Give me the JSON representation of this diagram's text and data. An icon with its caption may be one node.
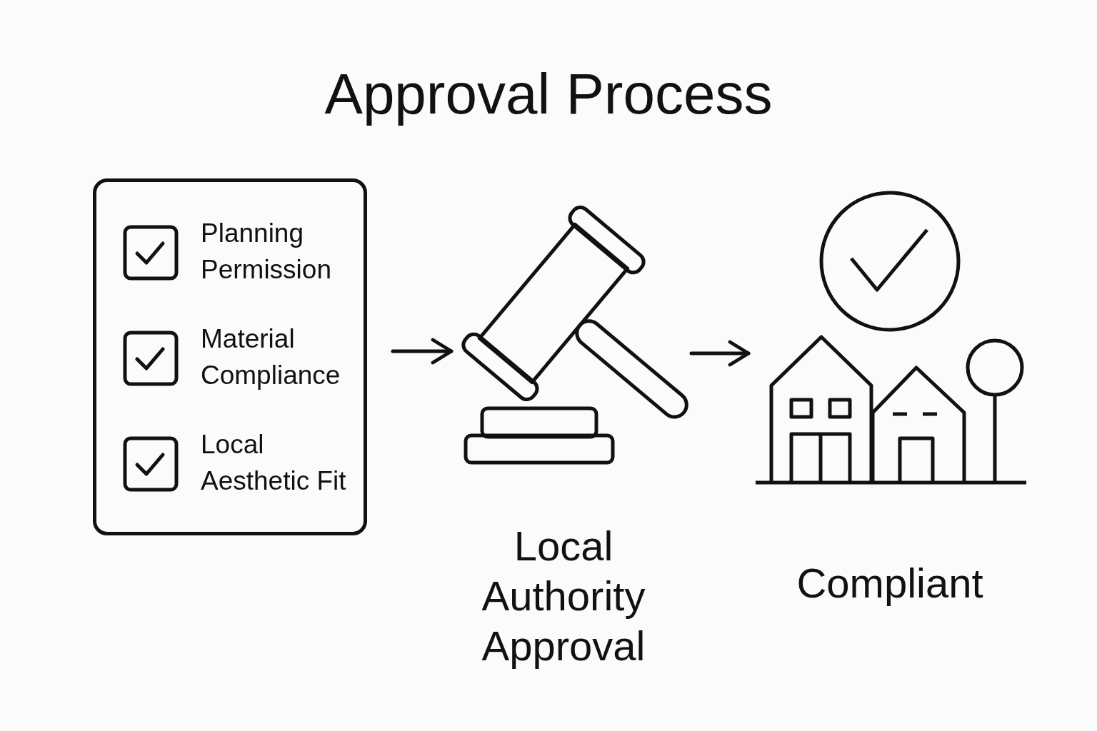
{
  "diagram": {
    "title": "Approval Process",
    "nodes": [
      {
        "text": [
          "Planning Permission",
          "Material Compliance",
          "Local Aesthetic Fit"
        ]
      },
      {
        "text": [
          "Local Authority Approval"
        ]
      },
      {
        "text": [
          "Compliant"
        ]
      }
    ],
    "edges": [
      {
        "from": 0,
        "to": 1,
        "arrow": "to"
      },
      {
        "from": 1,
        "to": 2,
        "arrow": "to"
      }
    ]
  }
}
